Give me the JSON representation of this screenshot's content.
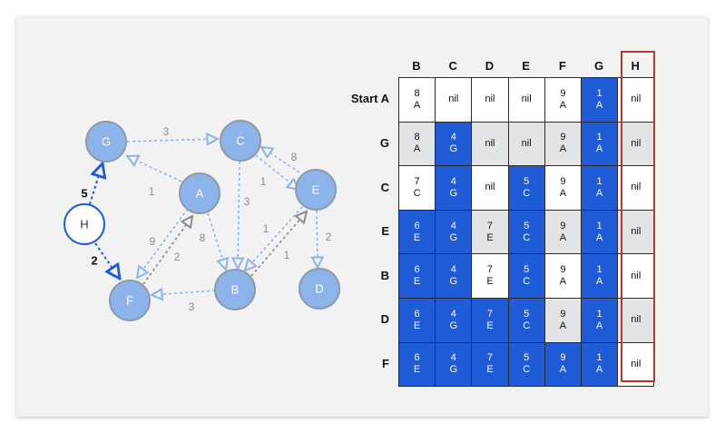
{
  "colors": {
    "node_fill": "#8cb4ea",
    "node_stroke": "#8e9aa8",
    "start_node_stroke": "#1f5bd6",
    "edge_light": "#8cb4ea",
    "edge_gray": "#8a8a8a",
    "edge_dark": "#1f5bd6",
    "cell_blue": "#1f5bd6",
    "cell_gray": "#e3e4e6",
    "highlight": "#b13a2e"
  },
  "graph": {
    "nodes": [
      {
        "id": "G",
        "label": "G"
      },
      {
        "id": "C",
        "label": "C"
      },
      {
        "id": "A",
        "label": "A"
      },
      {
        "id": "E",
        "label": "E"
      },
      {
        "id": "H",
        "label": "H"
      },
      {
        "id": "F",
        "label": "F"
      },
      {
        "id": "B",
        "label": "B"
      },
      {
        "id": "D",
        "label": "D"
      }
    ],
    "edges": [
      {
        "from": "G",
        "to": "C",
        "weight": "3"
      },
      {
        "from": "A",
        "to": "G",
        "weight": "1"
      },
      {
        "from": "C",
        "to": "B",
        "weight": "3"
      },
      {
        "from": "C",
        "to": "E",
        "weight": "1"
      },
      {
        "from": "E",
        "to": "C",
        "weight": "8"
      },
      {
        "from": "A",
        "to": "F",
        "weight": "9"
      },
      {
        "from": "F",
        "to": "A",
        "weight": "2"
      },
      {
        "from": "A",
        "to": "B",
        "weight": "8"
      },
      {
        "from": "E",
        "to": "B",
        "weight": "1"
      },
      {
        "from": "B",
        "to": "E",
        "weight": "1"
      },
      {
        "from": "E",
        "to": "D",
        "weight": "2"
      },
      {
        "from": "B",
        "to": "F",
        "weight": "3"
      },
      {
        "from": "H",
        "to": "G",
        "weight": "5"
      },
      {
        "from": "H",
        "to": "F",
        "weight": "2"
      }
    ]
  },
  "table": {
    "columns": [
      "B",
      "C",
      "D",
      "E",
      "F",
      "G",
      "H"
    ],
    "rows": [
      {
        "label": "Start A",
        "cells": [
          {
            "t": "8",
            "b": "A",
            "s": "white"
          },
          {
            "t": "nil",
            "b": "",
            "s": "white"
          },
          {
            "t": "nil",
            "b": "",
            "s": "white"
          },
          {
            "t": "nil",
            "b": "",
            "s": "white"
          },
          {
            "t": "9",
            "b": "A",
            "s": "white"
          },
          {
            "t": "1",
            "b": "A",
            "s": "blue"
          },
          {
            "t": "nil",
            "b": "",
            "s": "white"
          }
        ]
      },
      {
        "label": "G",
        "cells": [
          {
            "t": "8",
            "b": "A",
            "s": "gray"
          },
          {
            "t": "4",
            "b": "G",
            "s": "blue"
          },
          {
            "t": "nil",
            "b": "",
            "s": "gray"
          },
          {
            "t": "nil",
            "b": "",
            "s": "gray"
          },
          {
            "t": "9",
            "b": "A",
            "s": "gray"
          },
          {
            "t": "1",
            "b": "A",
            "s": "blue"
          },
          {
            "t": "nil",
            "b": "",
            "s": "gray"
          }
        ]
      },
      {
        "label": "C",
        "cells": [
          {
            "t": "7",
            "b": "C",
            "s": "white"
          },
          {
            "t": "4",
            "b": "G",
            "s": "blue"
          },
          {
            "t": "nil",
            "b": "",
            "s": "white"
          },
          {
            "t": "5",
            "b": "C",
            "s": "blue"
          },
          {
            "t": "9",
            "b": "A",
            "s": "white"
          },
          {
            "t": "1",
            "b": "A",
            "s": "blue"
          },
          {
            "t": "nil",
            "b": "",
            "s": "white"
          }
        ]
      },
      {
        "label": "E",
        "cells": [
          {
            "t": "6",
            "b": "E",
            "s": "blue"
          },
          {
            "t": "4",
            "b": "G",
            "s": "blue"
          },
          {
            "t": "7",
            "b": "E",
            "s": "gray"
          },
          {
            "t": "5",
            "b": "C",
            "s": "blue"
          },
          {
            "t": "9",
            "b": "A",
            "s": "gray"
          },
          {
            "t": "1",
            "b": "A",
            "s": "blue"
          },
          {
            "t": "nil",
            "b": "",
            "s": "gray"
          }
        ]
      },
      {
        "label": "B",
        "cells": [
          {
            "t": "6",
            "b": "E",
            "s": "blue"
          },
          {
            "t": "4",
            "b": "G",
            "s": "blue"
          },
          {
            "t": "7",
            "b": "E",
            "s": "white"
          },
          {
            "t": "5",
            "b": "C",
            "s": "blue"
          },
          {
            "t": "9",
            "b": "A",
            "s": "white"
          },
          {
            "t": "1",
            "b": "A",
            "s": "blue"
          },
          {
            "t": "nil",
            "b": "",
            "s": "white"
          }
        ]
      },
      {
        "label": "D",
        "cells": [
          {
            "t": "6",
            "b": "E",
            "s": "blue"
          },
          {
            "t": "4",
            "b": "G",
            "s": "blue"
          },
          {
            "t": "7",
            "b": "E",
            "s": "blue"
          },
          {
            "t": "5",
            "b": "C",
            "s": "blue"
          },
          {
            "t": "9",
            "b": "A",
            "s": "gray"
          },
          {
            "t": "1",
            "b": "A",
            "s": "blue"
          },
          {
            "t": "nil",
            "b": "",
            "s": "gray"
          }
        ]
      },
      {
        "label": "F",
        "cells": [
          {
            "t": "6",
            "b": "E",
            "s": "blue"
          },
          {
            "t": "4",
            "b": "G",
            "s": "blue"
          },
          {
            "t": "7",
            "b": "E",
            "s": "blue"
          },
          {
            "t": "5",
            "b": "C",
            "s": "blue"
          },
          {
            "t": "9",
            "b": "A",
            "s": "blue"
          },
          {
            "t": "1",
            "b": "A",
            "s": "blue"
          },
          {
            "t": "nil",
            "b": "",
            "s": "white"
          }
        ]
      }
    ],
    "highlighted_column": "H"
  }
}
